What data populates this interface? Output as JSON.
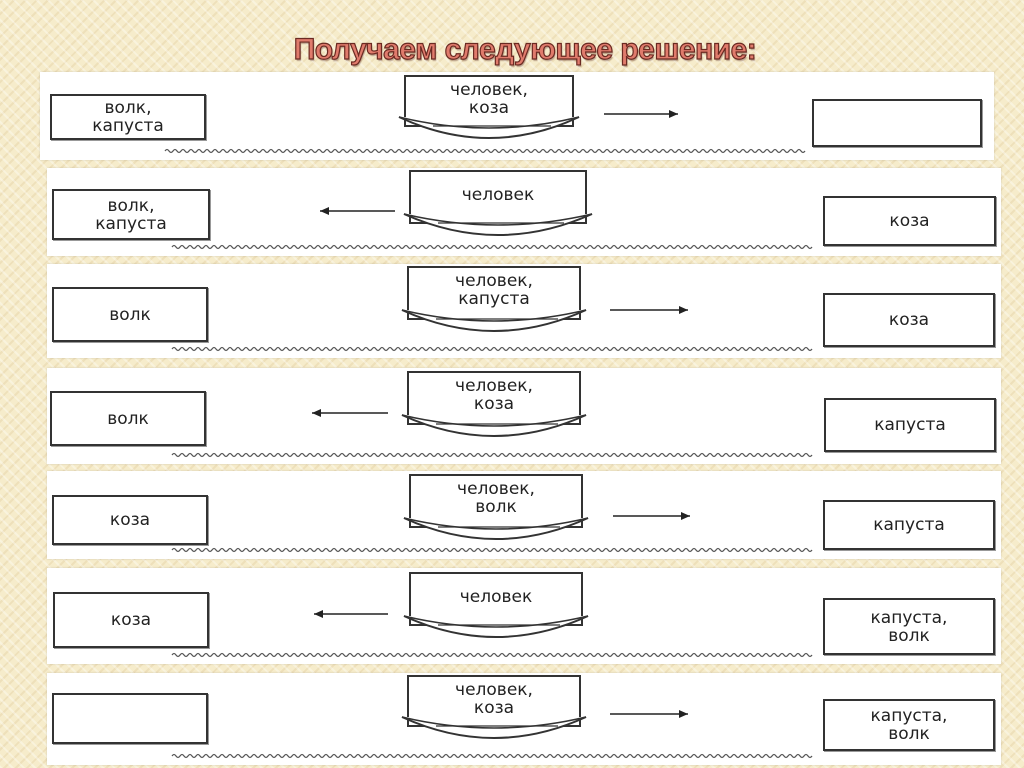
{
  "title": "Получаем следующее решение:",
  "steps": [
    {
      "left": "волк,\nкапуста",
      "boat": "человек,\nкоза",
      "right": "",
      "direction": "right"
    },
    {
      "left": "волк,\nкапуста",
      "boat": "человек",
      "right": "коза",
      "direction": "left"
    },
    {
      "left": "волк",
      "boat": "человек,\nкапуста",
      "right": "коза",
      "direction": "right"
    },
    {
      "left": "волк",
      "boat": "человек,\nкоза",
      "right": "капуста",
      "direction": "left"
    },
    {
      "left": "коза",
      "boat": "человек,\nволк",
      "right": "капуста",
      "direction": "right"
    },
    {
      "left": "коза",
      "boat": "человек",
      "right": "капуста,\nволк",
      "direction": "left"
    },
    {
      "left": "",
      "boat": "человек,\nкоза",
      "right": "капуста,\nволк",
      "direction": "right"
    }
  ]
}
